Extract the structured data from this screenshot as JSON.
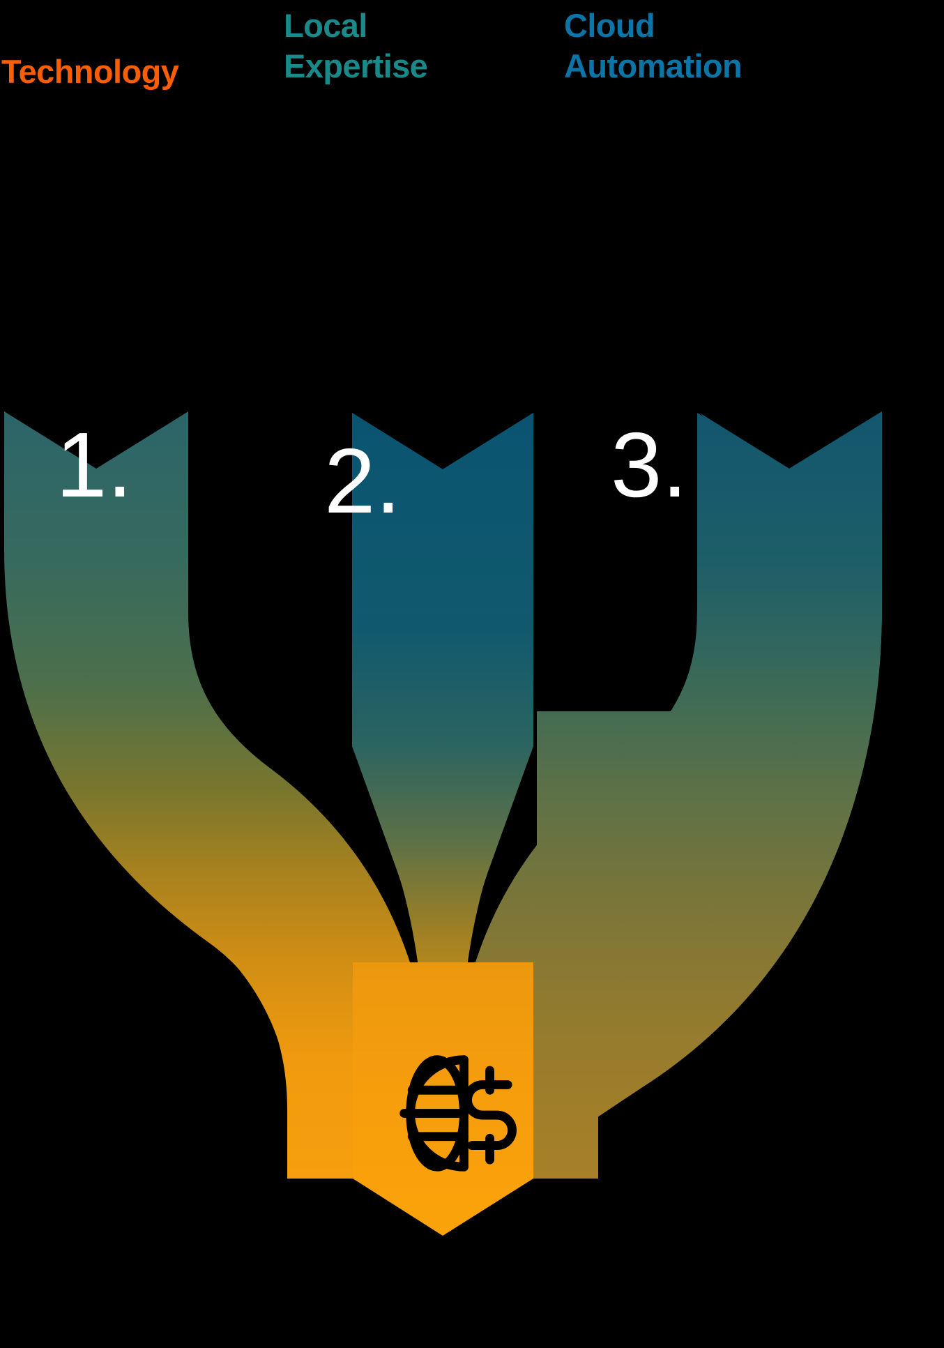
{
  "diagram": {
    "title_labels": [
      {
        "id": "technology",
        "text": "Technology",
        "color": "#F95E05"
      },
      {
        "id": "local-expertise",
        "text": "Local\nExpertise",
        "color": "#19898A"
      },
      {
        "id": "cloud-automation",
        "text": "Cloud\nAutomation",
        "color": "#0C75A8"
      }
    ],
    "steps": [
      {
        "id": "step-1",
        "number": "1.",
        "label": "Technology",
        "number_color": "#FFFFFF"
      },
      {
        "id": "step-2",
        "number": "2.",
        "label": "Local Expertise",
        "number_color": "#FFFFFF"
      },
      {
        "id": "step-3",
        "number": "3.",
        "label": "Cloud Automation",
        "number_color": "#FFFFFF"
      }
    ],
    "colors": {
      "background": "#000000",
      "orange_accent": "#F95E05",
      "teal_accent": "#19898A",
      "blue_accent": "#0C75A8",
      "arrow_top_left": "#2C6469",
      "arrow_top_middle": "#0A5472",
      "arrow_top_right": "#13566E",
      "arrow_mid_green": "#5B7048",
      "arrow_gold": "#B3872A",
      "arrow_bottom_orange": "#F79E10",
      "icon_color": "#000000"
    },
    "icon": {
      "name": "globe-dollar-icon",
      "description": "globe with dollar sign"
    }
  }
}
